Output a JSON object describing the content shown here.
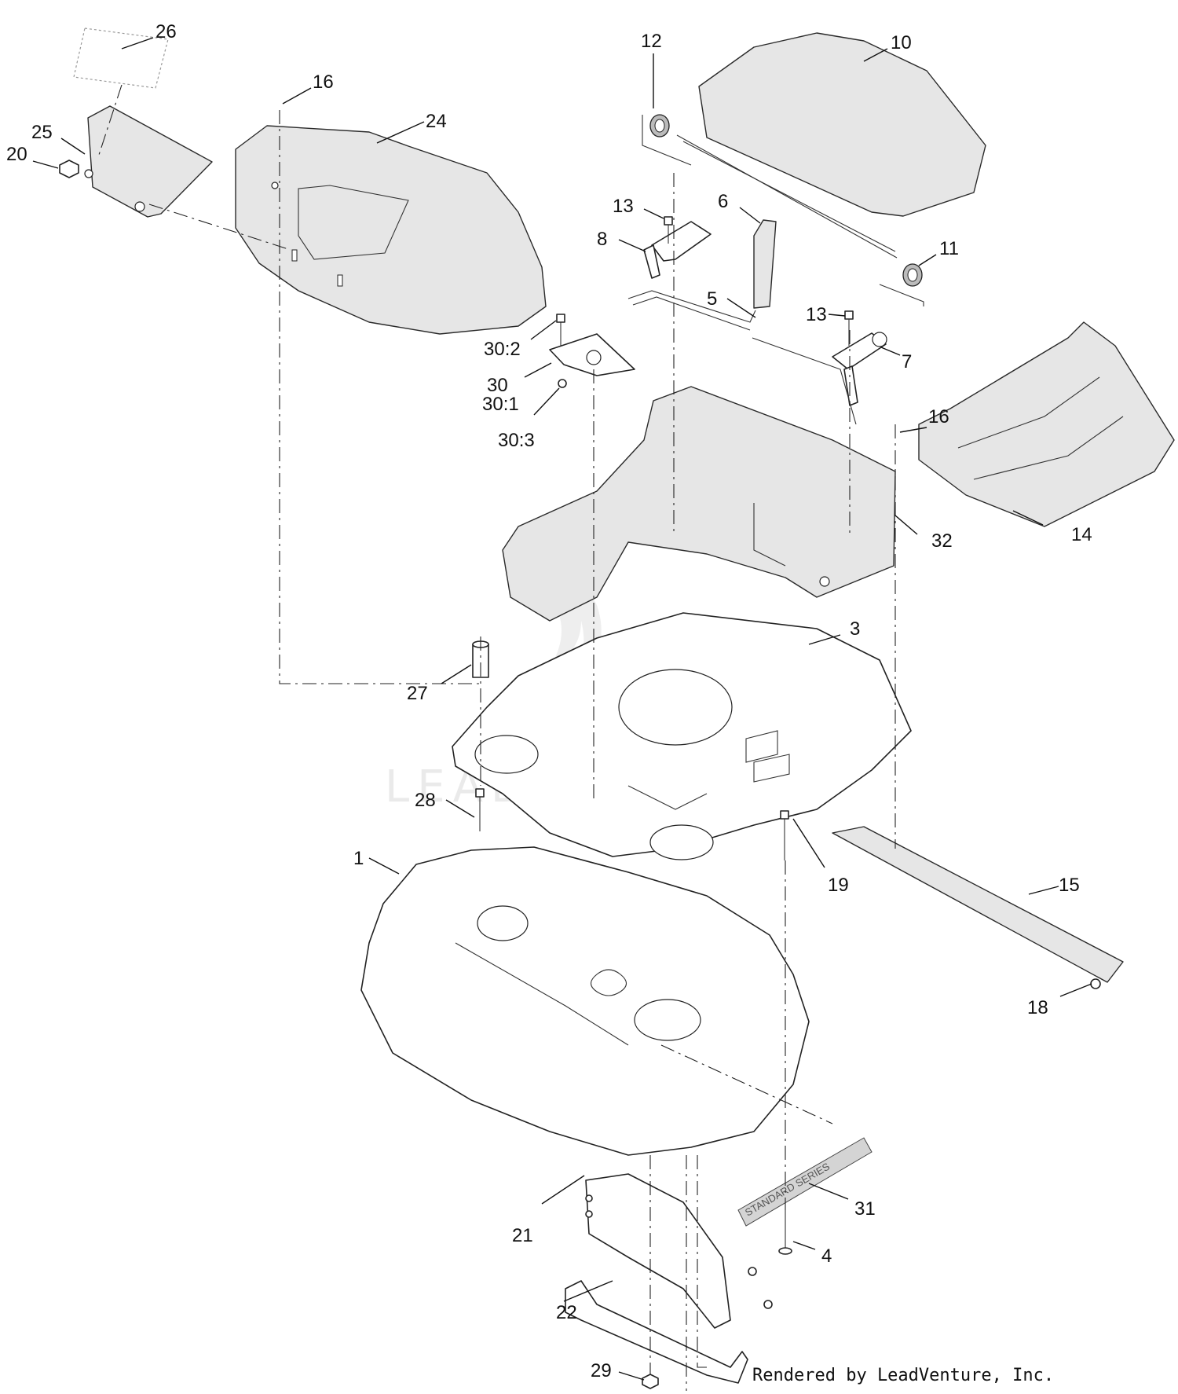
{
  "callouts": [
    {
      "id": "26",
      "label": "26"
    },
    {
      "id": "25",
      "label": "25"
    },
    {
      "id": "20",
      "label": "20"
    },
    {
      "id": "16a",
      "label": "16"
    },
    {
      "id": "24",
      "label": "24"
    },
    {
      "id": "12",
      "label": "12"
    },
    {
      "id": "10",
      "label": "10"
    },
    {
      "id": "13a",
      "label": "13"
    },
    {
      "id": "8",
      "label": "8"
    },
    {
      "id": "6",
      "label": "6"
    },
    {
      "id": "11",
      "label": "11"
    },
    {
      "id": "5",
      "label": "5"
    },
    {
      "id": "13b",
      "label": "13"
    },
    {
      "id": "7",
      "label": "7"
    },
    {
      "id": "30_2",
      "label": "30:2"
    },
    {
      "id": "30",
      "label": "30"
    },
    {
      "id": "30_1",
      "label": "30:1"
    },
    {
      "id": "30_3",
      "label": "30:3"
    },
    {
      "id": "16b",
      "label": "16"
    },
    {
      "id": "32",
      "label": "32"
    },
    {
      "id": "14",
      "label": "14"
    },
    {
      "id": "3",
      "label": "3"
    },
    {
      "id": "27",
      "label": "27"
    },
    {
      "id": "28",
      "label": "28"
    },
    {
      "id": "19",
      "label": "19"
    },
    {
      "id": "1",
      "label": "1"
    },
    {
      "id": "15",
      "label": "15"
    },
    {
      "id": "18",
      "label": "18"
    },
    {
      "id": "31",
      "label": "31"
    },
    {
      "id": "21",
      "label": "21"
    },
    {
      "id": "4",
      "label": "4"
    },
    {
      "id": "22",
      "label": "22"
    },
    {
      "id": "29",
      "label": "29"
    }
  ],
  "watermark": "LEADVENTURE",
  "credit": "Rendered by LeadVenture, Inc.",
  "decal_text": "STANDARD SERIES"
}
